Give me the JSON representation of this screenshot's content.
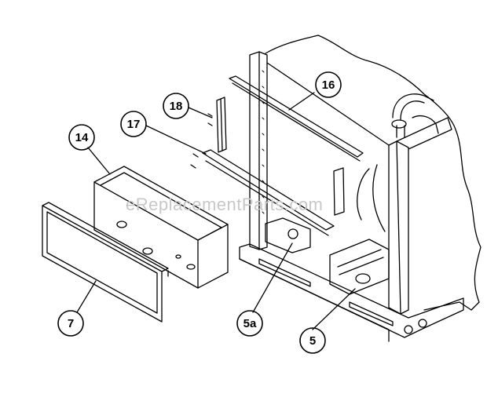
{
  "watermark": "eReplacementParts.com",
  "callouts": {
    "c14": "14",
    "c7": "7",
    "c17": "17",
    "c18": "18",
    "c16": "16",
    "c5a": "5a",
    "c5": "5"
  }
}
